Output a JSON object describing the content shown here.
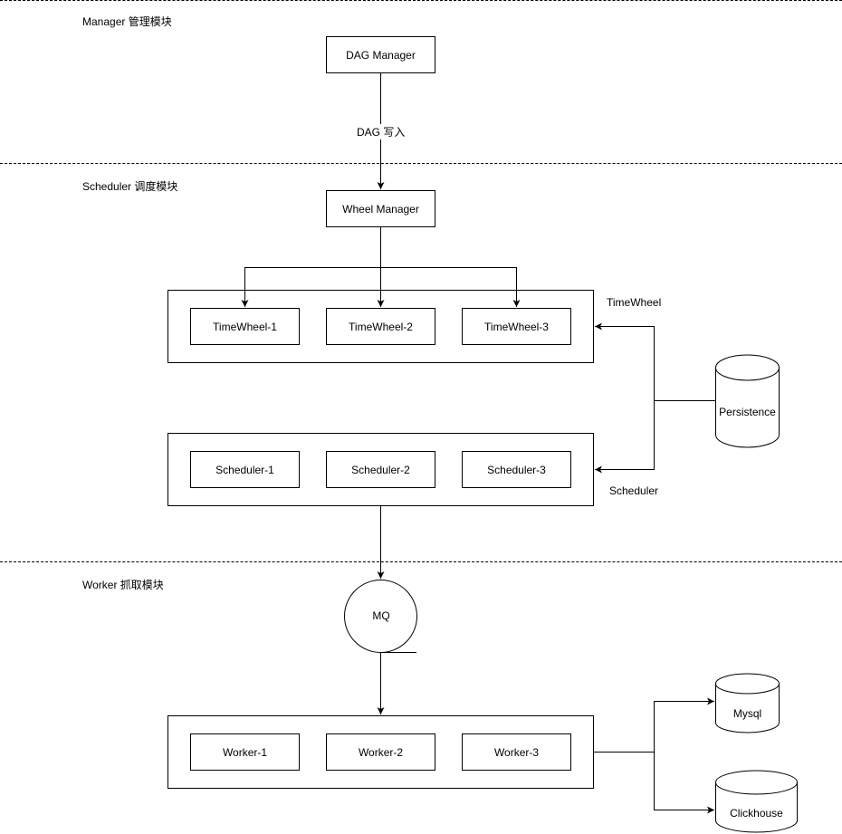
{
  "sections": {
    "manager": "Manager 管理模块",
    "scheduler": "Scheduler 调度模块",
    "worker": "Worker 抓取模块"
  },
  "nodes": {
    "dag_manager": "DAG Manager",
    "wheel_manager": "Wheel Manager",
    "timewheels": [
      "TimeWheel-1",
      "TimeWheel-2",
      "TimeWheel-3"
    ],
    "schedulers": [
      "Scheduler-1",
      "Scheduler-2",
      "Scheduler-3"
    ],
    "workers": [
      "Worker-1",
      "Worker-2",
      "Worker-3"
    ],
    "mq": "MQ",
    "persistence": "Persistence",
    "mysql": "Mysql",
    "clickhouse": "Clickhouse"
  },
  "groups": {
    "timewheel": "TimeWheel",
    "scheduler": "Scheduler"
  },
  "edges": {
    "dag_write": "DAG 写入"
  }
}
